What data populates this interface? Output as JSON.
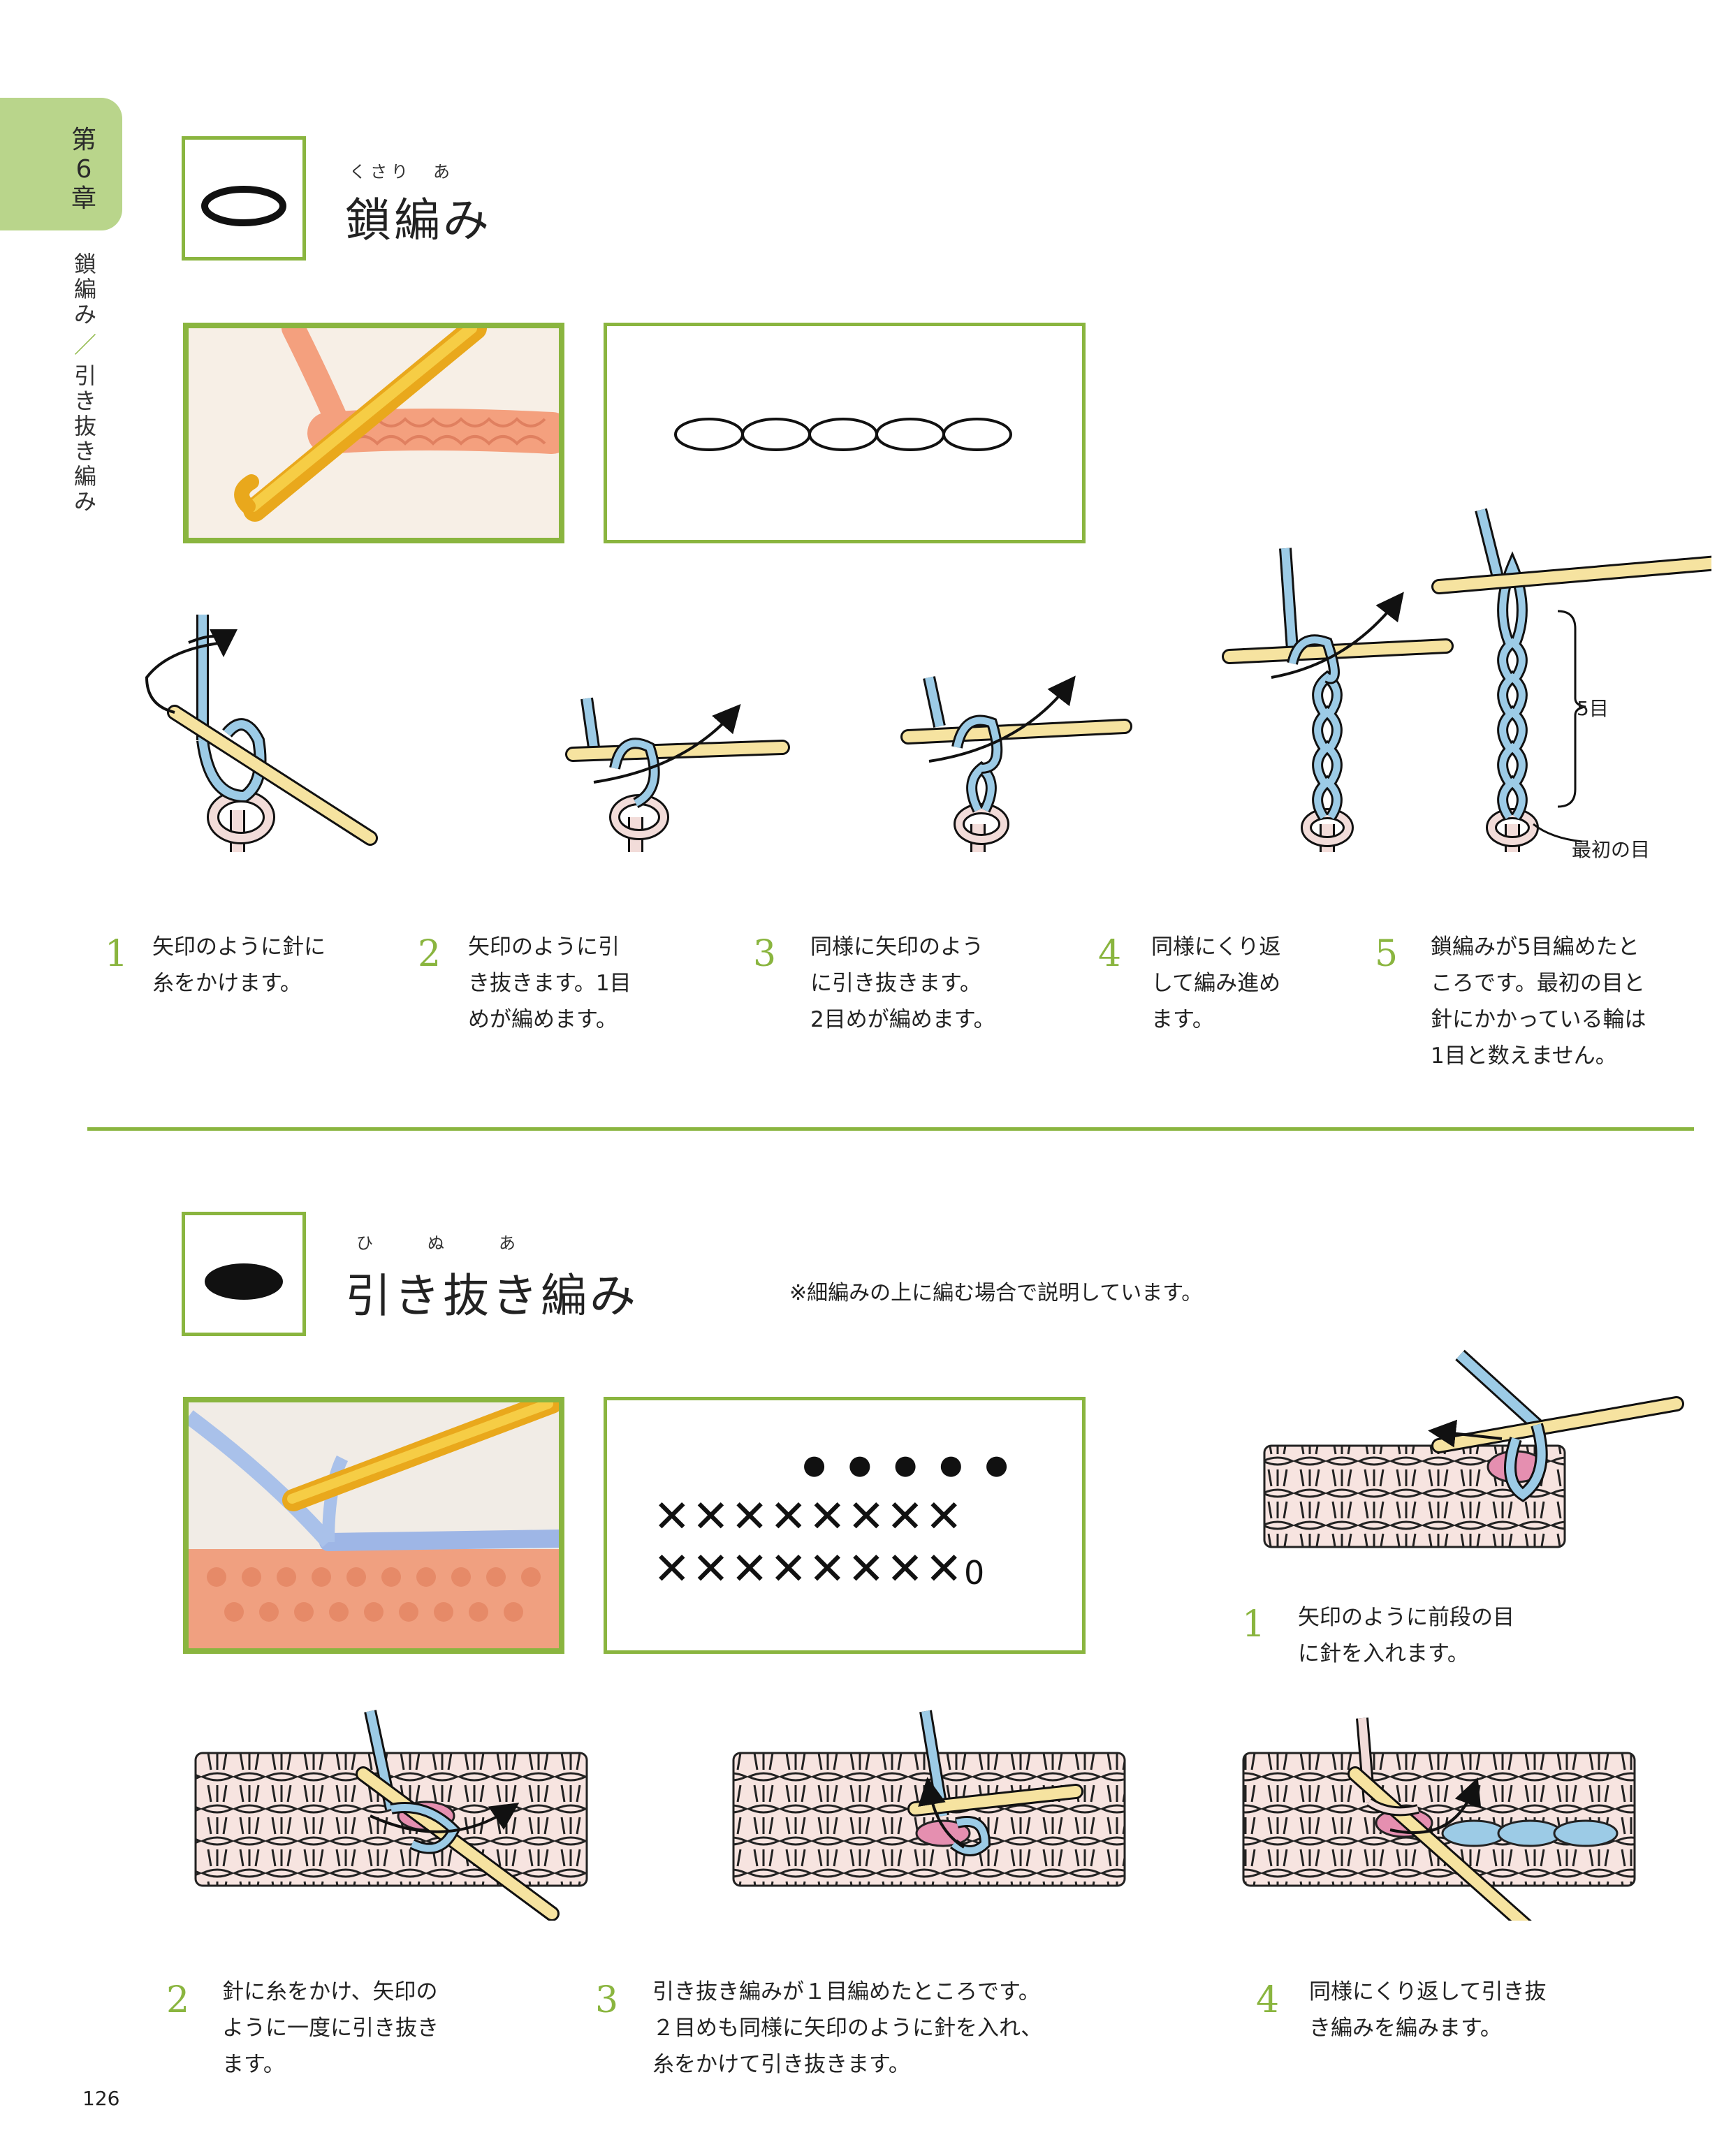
{
  "chapter": {
    "label": "第6章"
  },
  "side_nav": {
    "item1": "鎖編み",
    "separator": "／",
    "item2": "引き抜き編み"
  },
  "section1": {
    "ruby": "くさり　あ",
    "title": "鎖編み",
    "annotations": {
      "count": "5目",
      "first": "最初の目"
    },
    "steps": [
      {
        "num": "1",
        "lines": [
          "矢印のように針に",
          "糸をかけます。"
        ]
      },
      {
        "num": "2",
        "lines": [
          "矢印のように引",
          "き抜きます。1目",
          "めが編めます。"
        ]
      },
      {
        "num": "3",
        "lines": [
          "同様に矢印のよう",
          "に引き抜きます。",
          "2目めが編めます。"
        ]
      },
      {
        "num": "4",
        "lines": [
          "同様にくり返",
          "して編み進め",
          "ます。"
        ]
      },
      {
        "num": "5",
        "lines": [
          "鎖編みが5目編めたと",
          "ころです。最初の目と",
          "針にかかっている輪は",
          "1目と数えません。"
        ]
      }
    ]
  },
  "section2": {
    "ruby": "ひ　　ぬ　　あ",
    "title": "引き抜き編み",
    "note": "※細編みの上に編む場合で説明しています。",
    "chart": {
      "dots": "● ● ● ● ●",
      "row_top": "✕✕✕✕✕✕✕✕",
      "row_bottom": "✕✕✕✕✕✕✕✕",
      "row_bottom_end": "0"
    },
    "steps": [
      {
        "num": "1",
        "lines": [
          "矢印のように前段の目",
          "に針を入れます。"
        ]
      },
      {
        "num": "2",
        "lines": [
          "針に糸をかけ、矢印の",
          "ように一度に引き抜き",
          "ます。"
        ]
      },
      {
        "num": "3",
        "lines": [
          "引き抜き編みが１目編めたところです。",
          "２目めも同様に矢印のように針を入れ、",
          "糸をかけて引き抜きます。"
        ]
      },
      {
        "num": "4",
        "lines": [
          "同様にくり返して引き抜",
          "き編みを編みます。"
        ]
      }
    ]
  },
  "page_number": "126",
  "colors": {
    "accent": "#8ab53f",
    "tab": "#b9d58b",
    "yarn_blue": "#9ccbe6",
    "yarn_pink": "#f2dcd9",
    "hook": "#f6e3a0"
  }
}
